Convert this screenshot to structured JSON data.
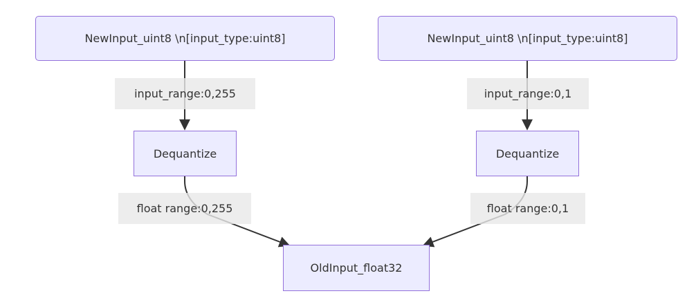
{
  "diagram": {
    "nodes": {
      "left_input": {
        "label": "NewInput_uint8 \\n[input_type:uint8]"
      },
      "right_input": {
        "label": "NewInput_uint8 \\n[input_type:uint8]"
      },
      "left_dequantize": {
        "label": "Dequantize"
      },
      "right_dequantize": {
        "label": "Dequantize"
      },
      "output": {
        "label": "OldInput_float32"
      }
    },
    "edges": [
      {
        "from": "left_input",
        "to": "left_dequantize",
        "label": "input_range:0,255"
      },
      {
        "from": "right_input",
        "to": "right_dequantize",
        "label": "input_range:0,1"
      },
      {
        "from": "left_dequantize",
        "to": "output",
        "label": "float range:0,255"
      },
      {
        "from": "right_dequantize",
        "to": "output",
        "label": "float range:0,1"
      }
    ],
    "colors": {
      "node_fill": "#ECECFF",
      "node_border": "#9370DB",
      "edge": "#333333",
      "label_background": "#E8E8E8",
      "text": "#333333"
    }
  }
}
